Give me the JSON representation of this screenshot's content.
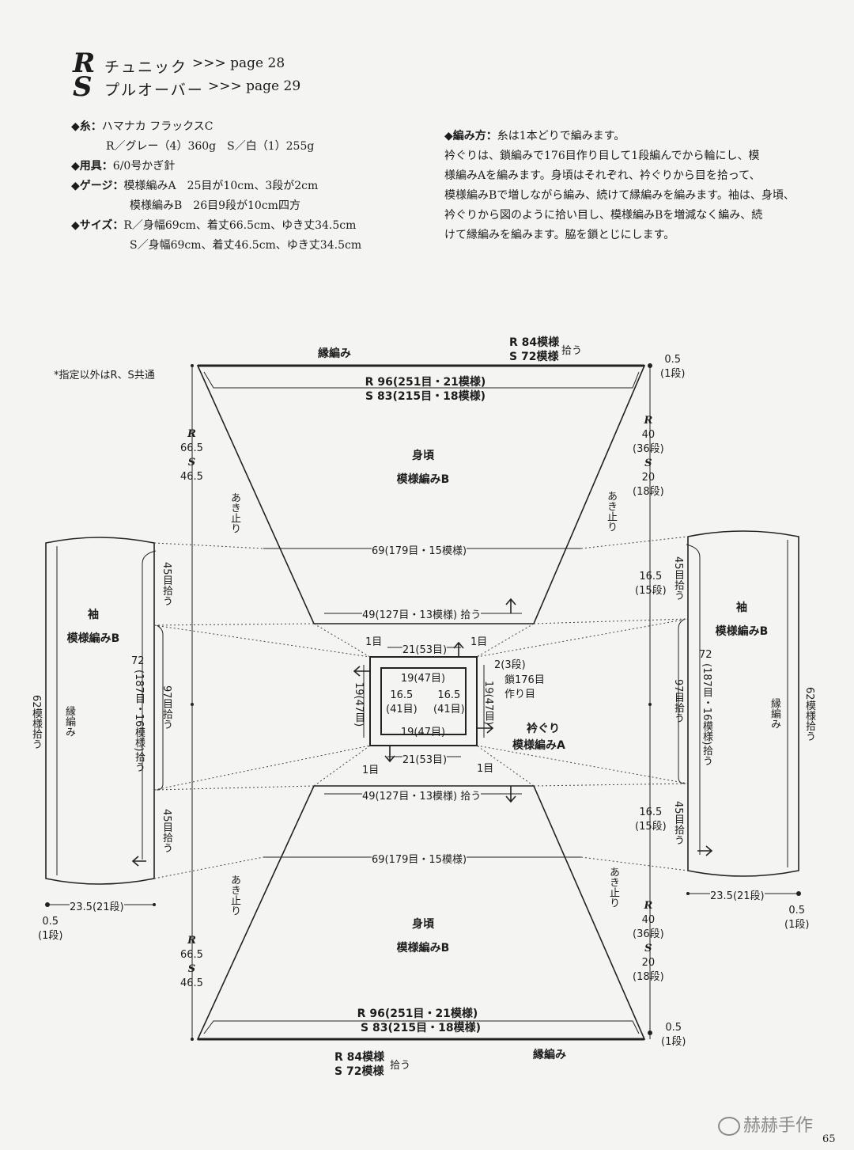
{
  "header": {
    "r_mark": "R",
    "s_mark": "S",
    "r_title": "チュニック",
    "r_page": ">>> page 28",
    "s_title": "プルオーバー",
    "s_page": ">>> page 29"
  },
  "specs": {
    "yarn_label": "◆糸：",
    "yarn": "ハマナカ フラックスC",
    "yarn_detail": "R／グレー（4）360g　S／白（1）255g",
    "tools_label": "◆用具：",
    "tools": "6/0号かぎ針",
    "gauge_label": "◆ゲージ：",
    "gauge_a": "模様編みA　25目が10cm、3段が2cm",
    "gauge_b": "模様編みB　26目9段が10cm四方",
    "size_label": "◆サイズ：",
    "size_r": "R／身幅69cm、着丈66.5cm、ゆき丈34.5cm",
    "size_s": "S／身幅69cm、着丈46.5cm、ゆき丈34.5cm"
  },
  "method": {
    "label": "◆編み方：",
    "line1": "糸は1本どりで編みます。",
    "line2": "衿ぐりは、鎖編みで176目作り目して1段編んでから輪にし、模",
    "line3": "様編みAを編みます。身頃はそれぞれ、衿ぐりから目を拾って、",
    "line4": "模様編みBで増しながら編み、続けて縁編みを編みます。袖は、身頃、",
    "line5": "衿ぐりから図のように拾い目し、模様編みBを増減なく編み、続",
    "line6": "けて縁編みを編みます。脇を鎖とじにします。"
  },
  "diagram": {
    "common_note": "*指定以外はR、S共通",
    "edge": "縁編み",
    "r84": "R 84模様",
    "s72": "S 72模様",
    "pick": "拾う",
    "half": "0.5",
    "one_row": "(1段)",
    "r96": "R 96(251目・21模様)",
    "s83": "S 83(215目・18模様)",
    "body": "身頃",
    "pattern_b": "模様編みB",
    "r_len": "R",
    "r665": "66.5",
    "s_len": "S",
    "s465": "46.5",
    "r40": "40",
    "r36": "(36段)",
    "s20": "20",
    "s18": "(18段)",
    "opening": "あき止り",
    "w69": "69(179目・15模様)",
    "w49": "49(127目・13模様)",
    "p165": "16.5",
    "p15": "(15段)",
    "p45": "45目拾う",
    "sleeve": "袖",
    "p72": "72",
    "p187": "(187目・16模様)拾う",
    "p97": "97目拾う",
    "p62": "62模様拾う",
    "edge_v": "縁編み",
    "w235": "23.5(21段)",
    "one": "1目",
    "n21": "21(53目)",
    "n19": "19(47目)",
    "n2": "2(3段)",
    "chain": "鎖176目",
    "chain2": "作り目",
    "n19v": "19(47目)",
    "n165": "16.5",
    "n41": "(41目)",
    "collar": "衿ぐり",
    "pattern_a": "模様編みA"
  },
  "footer": {
    "watermark": "赫赫手作",
    "page_number": "65"
  }
}
